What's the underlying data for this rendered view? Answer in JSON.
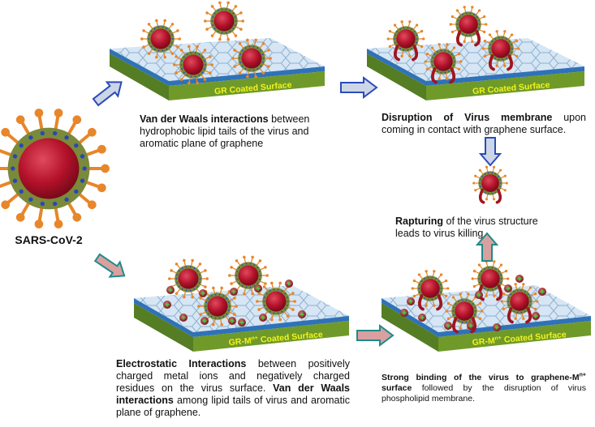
{
  "virus_label": "SARS-CoV-2",
  "surfaces": {
    "gr": "GR Coated Surface",
    "gr_m_prefix": "GR-M",
    "gr_m_sup": "n+",
    "gr_m_suffix": " Coated Surface"
  },
  "captions": {
    "vdw": {
      "bold": "Van der Waals interactions",
      "rest": " between hydrophobic lipid tails of the virus and aromatic plane of graphene"
    },
    "disruption": {
      "bold": "Disruption of Virus membrane",
      "rest": " upon coming in contact with graphene surface."
    },
    "rapturing": {
      "bold": "Rapturing",
      "rest": " of the virus structure leads to virus killing"
    },
    "electrostatic": {
      "bold1": "Electrostatic Interactions",
      "rest1": " between positively charged metal ions and negatively charged residues on the virus surface. ",
      "bold2": "Van der Waals interactions",
      "rest2": " among lipid tails of virus and aromatic plane of graphene."
    },
    "strong": {
      "bold_prefix": "Strong binding of the virus to graphene-M",
      "bold_sup": "n+",
      "bold_suffix": " surface",
      "rest": " followed by the disruption of virus phospholipid membrane."
    }
  },
  "colors": {
    "virus_core": "#b3122a",
    "virus_shell": "#7a8a3a",
    "spike": "#e8862a",
    "surface_top": "#d6e6f4",
    "surface_blue": "#2f72b8",
    "surface_green": "#6f9a2a",
    "surface_text": "#f2f21a",
    "arrow_blue": "#2b4bb8",
    "arrow_teal": "#1f8a8a",
    "arrow_fill_top": "#cdd6e6",
    "arrow_fill_bottom": "#d9a0a0"
  }
}
